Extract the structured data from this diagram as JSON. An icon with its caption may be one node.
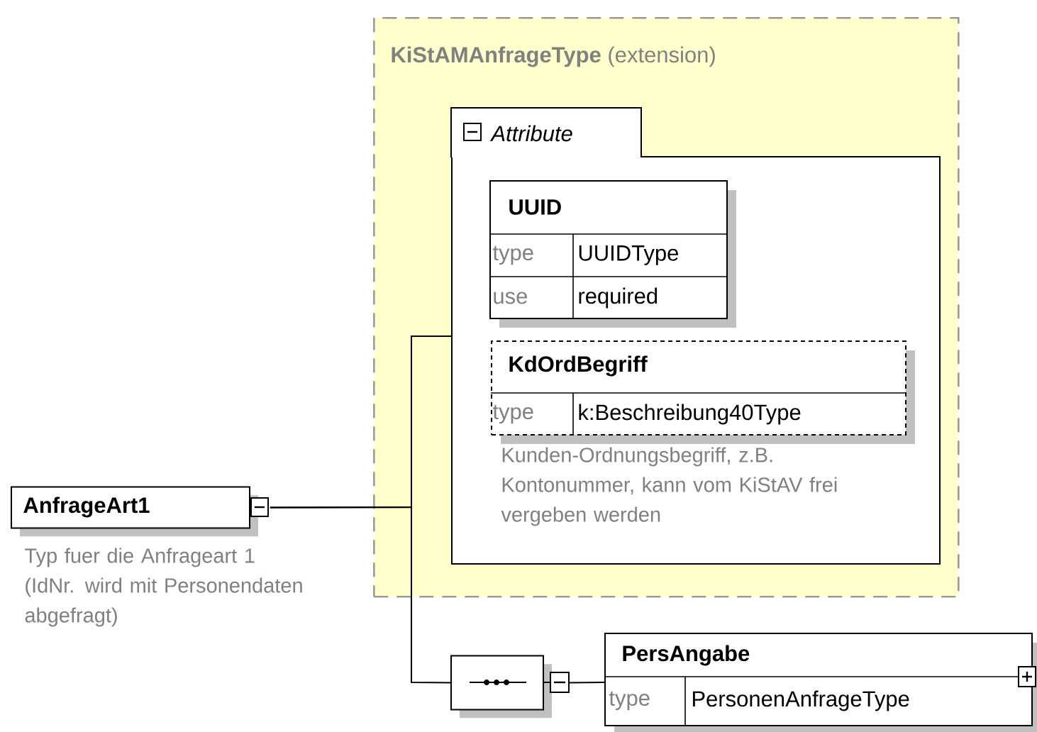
{
  "diagram": {
    "nodes": [
      {
        "text": [
          "**KiStAMAnfrageType** (extension)"
        ]
      },
      {
        "text": [
          "Attribute"
        ],
        "in": 0
      },
      {
        "text": [
          "UUID",
          "type",
          "UUIDType",
          "use",
          "required"
        ],
        "in": 1
      },
      {
        "text": [
          "KdOrdBegriff",
          "type",
          "k:Beschreibung40Type"
        ],
        "in": 1,
        "beside": [
          "Kunden-Ordnungsbegriff, z.B. Kontonummer, kann vom KiStAV frei vergeben werden"
        ]
      },
      {
        "text": [
          "AnfrageArt1"
        ],
        "beside": [
          "Typ fuer die Anfrageart 1 (IdNr. wird mit Personendaten abgefragt)"
        ]
      },
      {
        "text": [],
        "shape": "octagon"
      },
      {
        "text": [
          "PersAngabe",
          "type",
          "PersonenAnfrageType"
        ]
      }
    ],
    "edges": [
      {
        "from": 4,
        "to": 1,
        "arrow": "none"
      },
      {
        "from": 4,
        "to": 5,
        "arrow": "none"
      },
      {
        "from": 5,
        "to": 6,
        "arrow": "none"
      }
    ]
  }
}
